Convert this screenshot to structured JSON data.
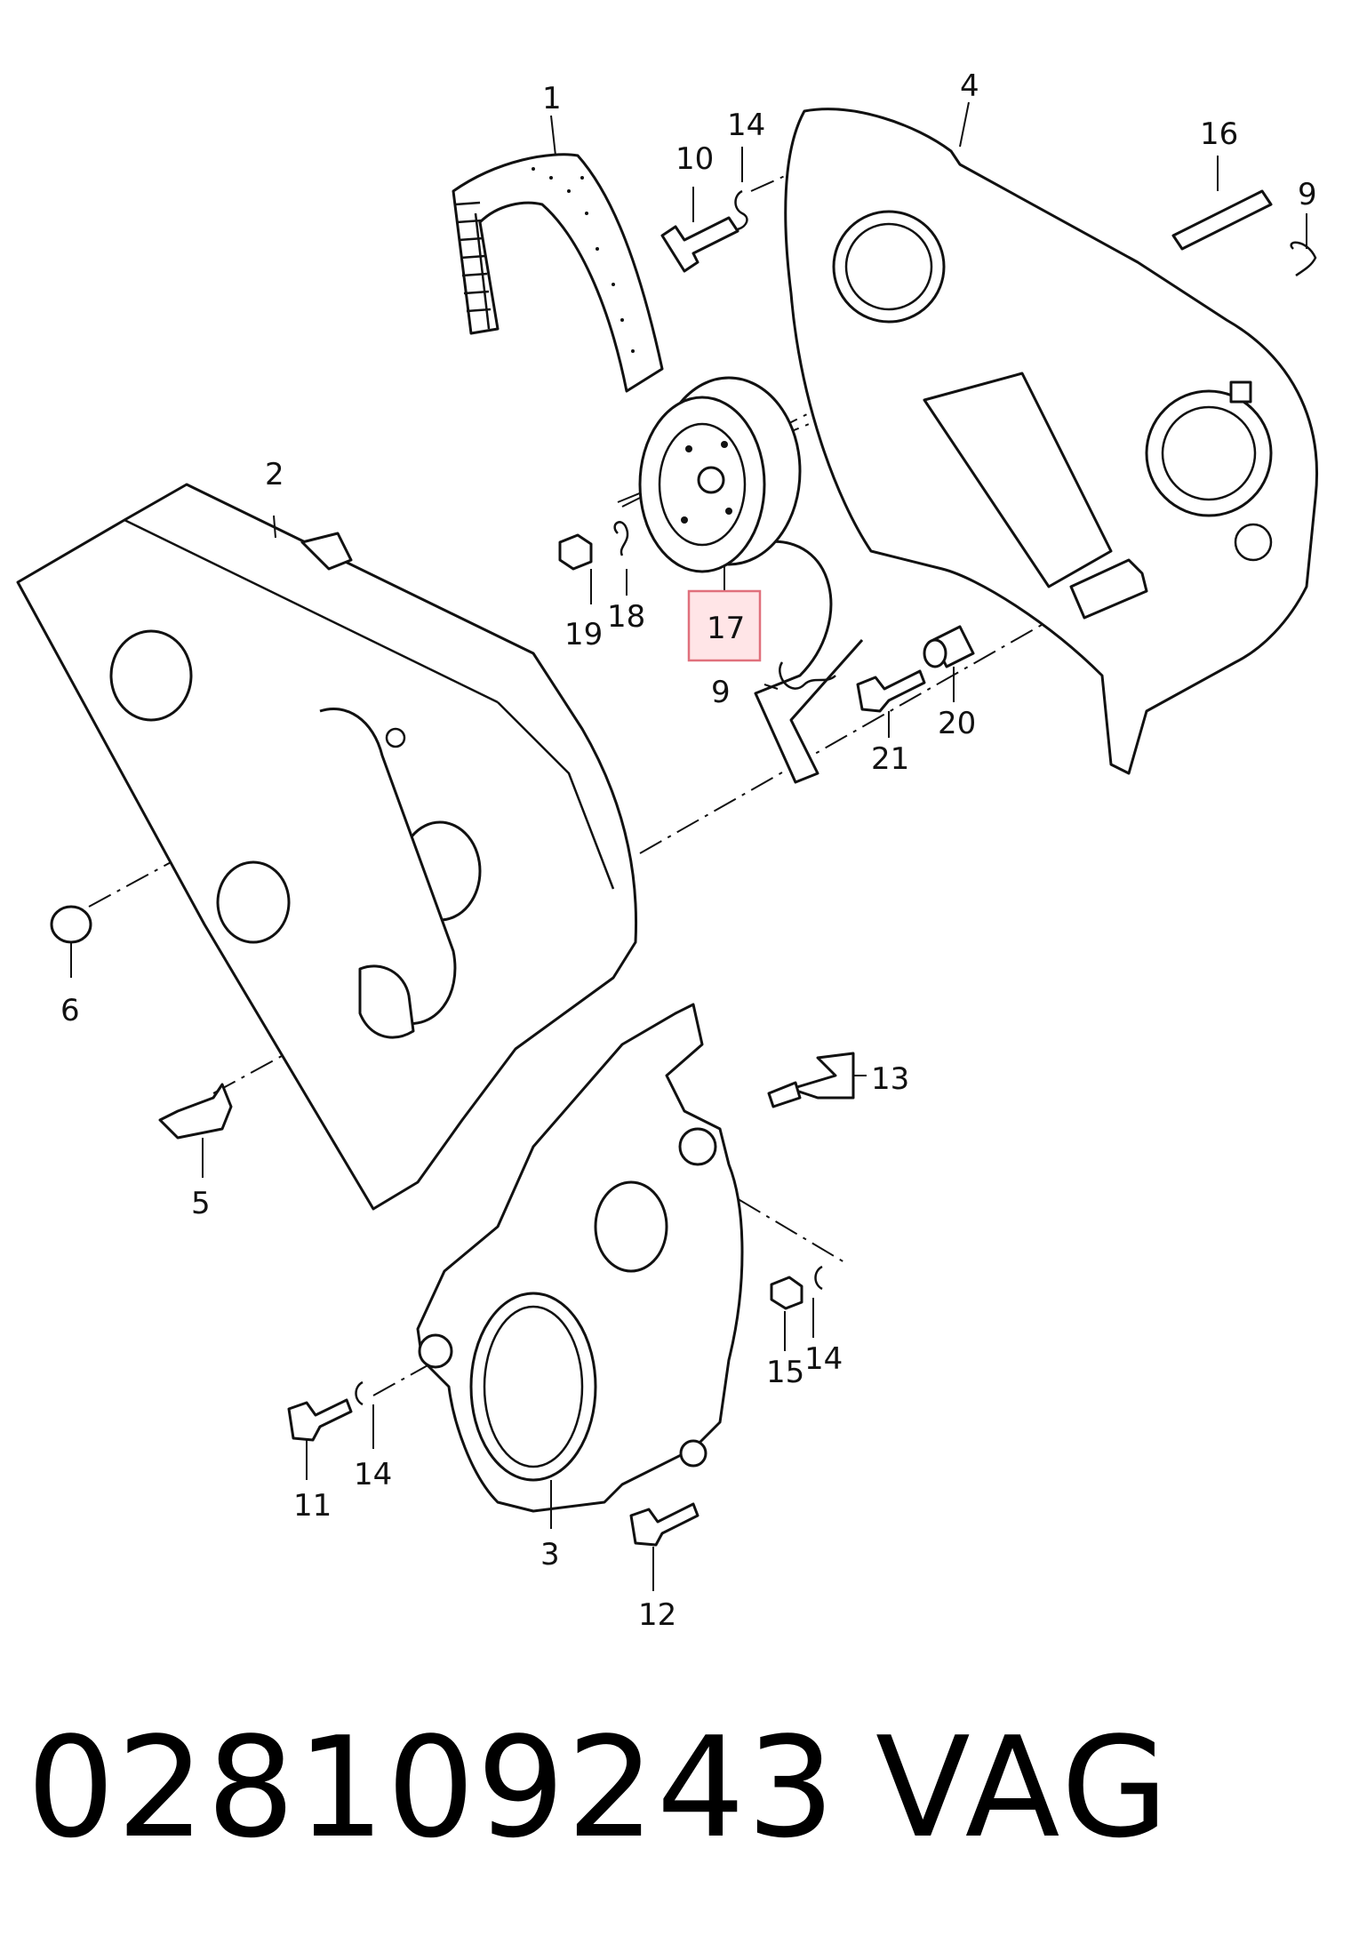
{
  "callouts": {
    "c1": "1",
    "c2": "2",
    "c3": "3",
    "c4": "4",
    "c5": "5",
    "c6": "6",
    "c9a": "9",
    "c9b": "9",
    "c10": "10",
    "c11": "11",
    "c12": "12",
    "c13": "13",
    "c14a": "14",
    "c14b": "14",
    "c14c": "14",
    "c15": "15",
    "c16": "16",
    "c17": "17",
    "c18": "18",
    "c19": "19",
    "c20": "20",
    "c21": "21"
  },
  "highlight_color": "#e0707c",
  "footer": {
    "part_number": "028109243",
    "brand": "VAG"
  }
}
